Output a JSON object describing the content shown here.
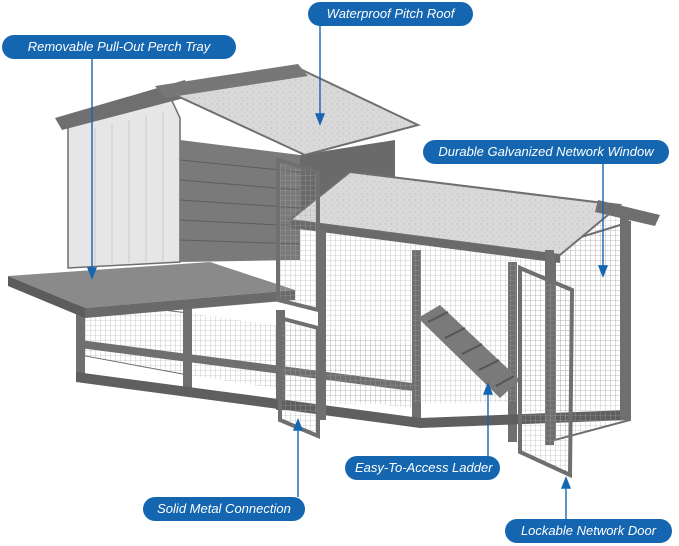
{
  "colors": {
    "accent": "#1566b0",
    "frame": "#6f6f6f",
    "frame_dark": "#595959",
    "roof": "#d6d6d6",
    "panel_light": "#e4e4e4",
    "mesh": "#9a9a9a"
  },
  "callouts": {
    "roof": "Waterproof Pitch Roof",
    "tray": "Removable Pull-Out Perch Tray",
    "window": "Durable Galvanized Network Window",
    "ladder": "Easy-To-Access Ladder",
    "metal": "Solid Metal Connection",
    "door": "Lockable Network Door"
  }
}
